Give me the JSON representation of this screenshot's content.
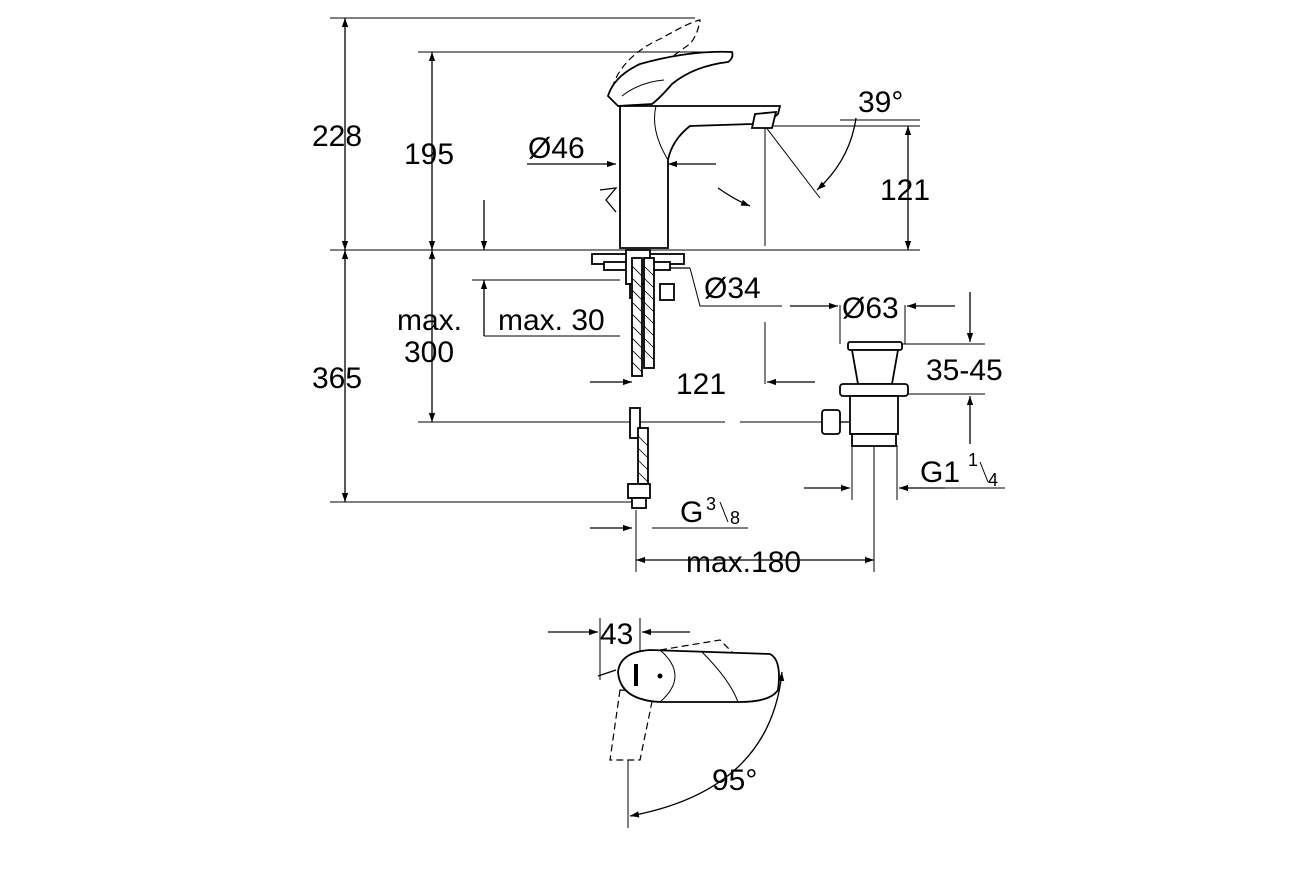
{
  "dimensions": {
    "height_total": "228",
    "height_spout_body": "195",
    "diameter_body": "Ø46",
    "spout_angle": "39°",
    "spout_height": "121",
    "diameter_base": "Ø34",
    "max_thickness_line1": "max.",
    "max_thickness_line2": "300",
    "max_deck": "max. 30",
    "below_deck": "365",
    "reach": "121",
    "diameter_waste": "Ø63",
    "waste_range": "35-45",
    "waste_thread": "G1",
    "waste_thread_num": "1",
    "waste_thread_den": "4",
    "supply_thread": "G",
    "supply_thread_num": "3",
    "supply_thread_den": "8",
    "max_180": "max.180",
    "lever_offset": "43",
    "lever_angle": "95°"
  }
}
